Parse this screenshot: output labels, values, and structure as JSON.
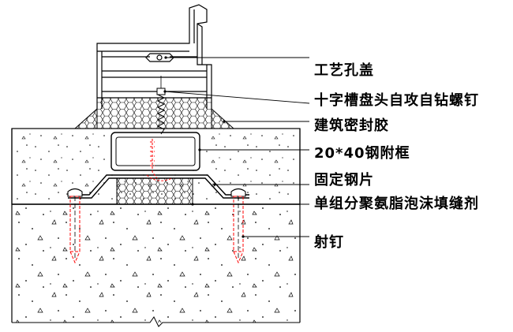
{
  "labels": {
    "process_hole_cover": "工艺孔盖",
    "self_drilling_screw": "十字槽盘头自攻自钻螺钉",
    "building_sealant": "建筑密封胶",
    "steel_subframe": "20*40钢附框",
    "fixing_steel_plate": "固定钢片",
    "pu_foam_filler": "单组分聚氨脂泡沫填缝剂",
    "shooting_nail": "射钉"
  },
  "colors": {
    "line": "#000000",
    "hidden_line": "#ff0000",
    "leader": "#000000"
  }
}
